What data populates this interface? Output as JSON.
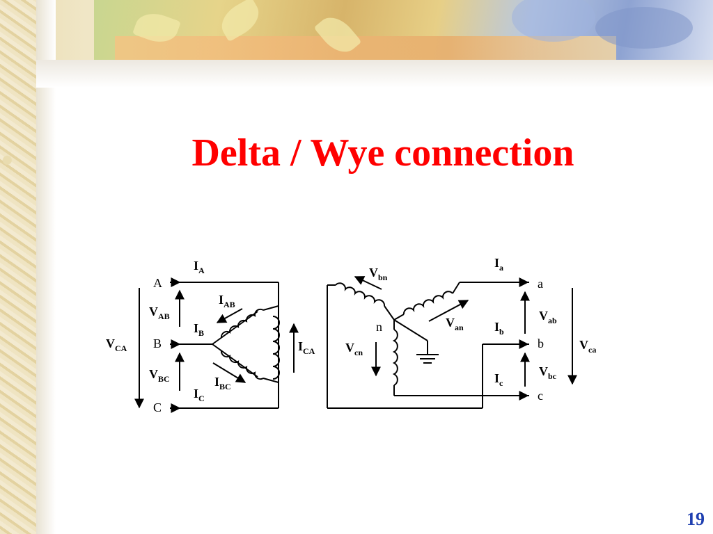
{
  "slide": {
    "title": "Delta / Wye connection",
    "page_number": "19"
  },
  "delta": {
    "terminals": {
      "A": "A",
      "B": "B",
      "C": "C"
    },
    "line_currents": [
      {
        "main": "I",
        "sub": "A"
      },
      {
        "main": "I",
        "sub": "B"
      },
      {
        "main": "I",
        "sub": "C"
      }
    ],
    "phase_currents": [
      {
        "main": "I",
        "sub": "AB"
      },
      {
        "main": "I",
        "sub": "BC"
      },
      {
        "main": "I",
        "sub": "CA"
      }
    ],
    "voltages": [
      {
        "main": "V",
        "sub": "AB"
      },
      {
        "main": "V",
        "sub": "BC"
      },
      {
        "main": "V",
        "sub": "CA"
      }
    ]
  },
  "wye": {
    "terminals": {
      "a": "a",
      "b": "b",
      "c": "c",
      "n": "n"
    },
    "line_currents": [
      {
        "main": "I",
        "sub": "a"
      },
      {
        "main": "I",
        "sub": "b"
      },
      {
        "main": "I",
        "sub": "c"
      }
    ],
    "phase_voltages": [
      {
        "main": "V",
        "sub": "an"
      },
      {
        "main": "V",
        "sub": "bn"
      },
      {
        "main": "V",
        "sub": "cn"
      }
    ],
    "line_voltages": [
      {
        "main": "V",
        "sub": "ab"
      },
      {
        "main": "V",
        "sub": "bc"
      },
      {
        "main": "V",
        "sub": "ca"
      }
    ]
  }
}
